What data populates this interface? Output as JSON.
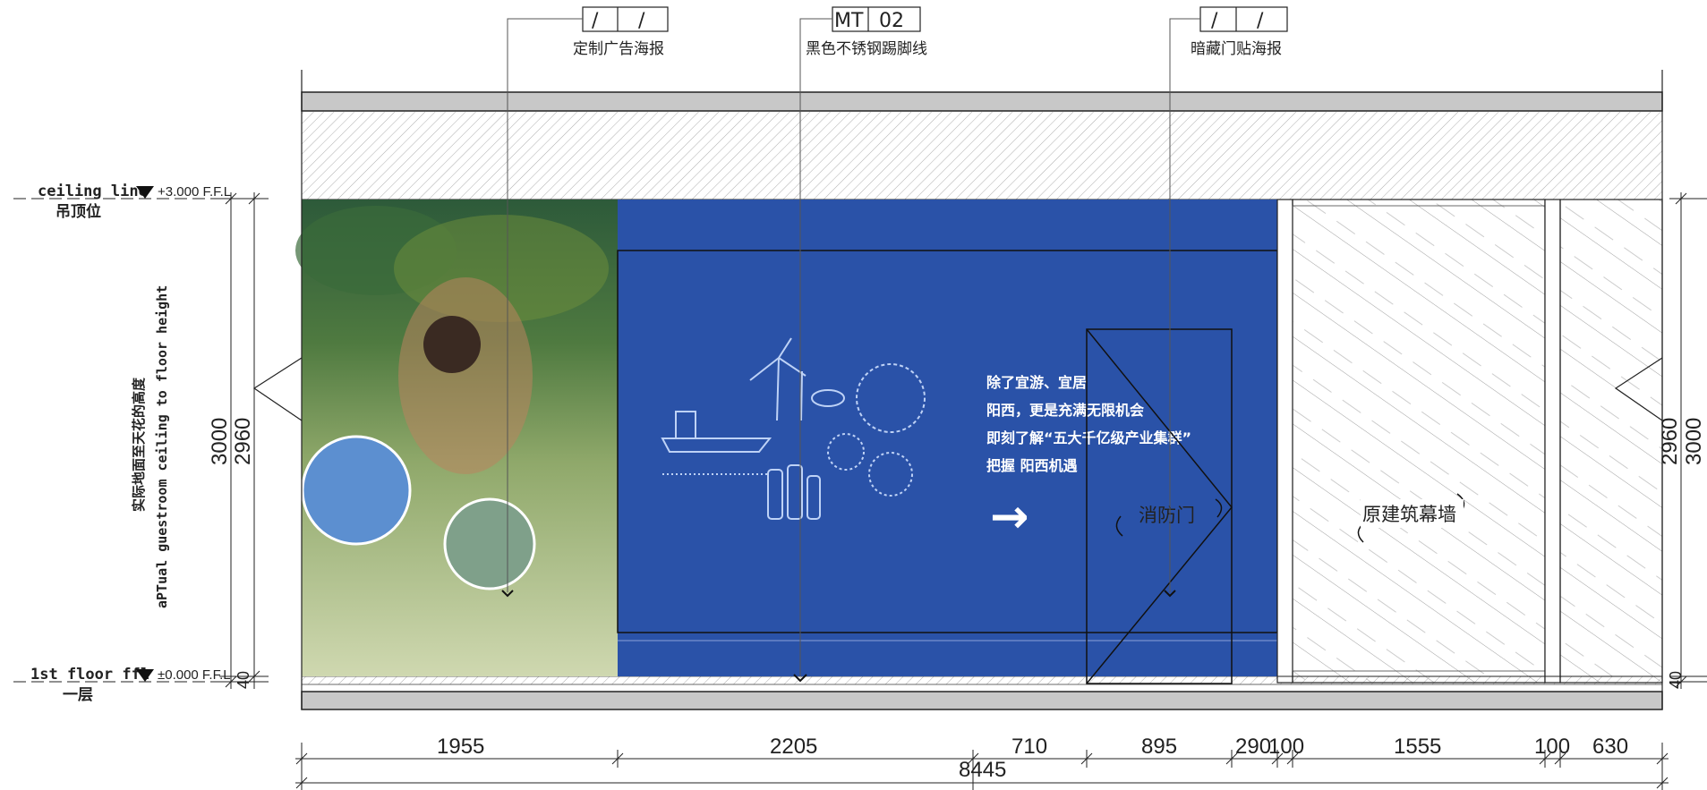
{
  "callouts": [
    {
      "code": "/",
      "num": "/",
      "label": "定制广告海报"
    },
    {
      "code": "MT",
      "num": "02",
      "label": "黑色不锈钢踢脚线"
    },
    {
      "code": "/",
      "num": "/",
      "label": "暗藏门贴海报"
    }
  ],
  "levels": {
    "ceiling": {
      "name": "ceiling line",
      "value": "+3.000 F.F.L",
      "cn": "吊顶位"
    },
    "floor": {
      "name": "1st floor ffl",
      "value": "±0.000 F.F.L",
      "cn": "一层"
    }
  },
  "height_note": {
    "cn": "实际地面至天花的高度",
    "en": "aPTual guestroom ceiling to floor height"
  },
  "left_dims": {
    "total": "3000",
    "clear": "2960",
    "base": "40"
  },
  "right_dims": {
    "total": "3000",
    "clear": "2960",
    "base": "40"
  },
  "poster": {
    "lines": [
      "除了宜游、宜居",
      "阳西，更是充满无限机会",
      "即刻了解“五大千亿级产业集群”",
      "把握 阳西机遇"
    ],
    "arrow": "→"
  },
  "labels": {
    "fire_door": "消防门",
    "curtain_wall": "原建筑幕墙"
  },
  "bottom_dims": [
    "1955",
    "2205",
    "710",
    "895",
    "290",
    "100",
    "1555",
    "100",
    "630"
  ],
  "overall_dim": "8445",
  "colors": {
    "poster_blue": "#2a52a8",
    "slab_gray": "#c8c8c8"
  }
}
